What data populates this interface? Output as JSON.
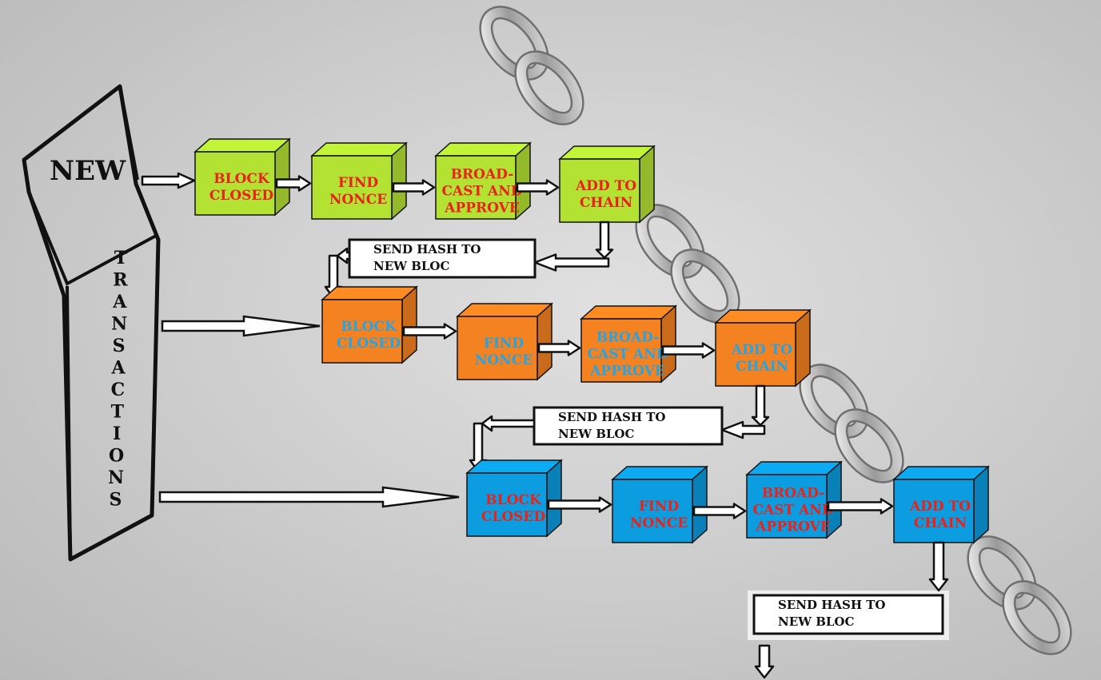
{
  "source": {
    "word1": "NEW",
    "word2_letters": [
      "T",
      "R",
      "A",
      "N",
      "S",
      "A",
      "C",
      "T",
      "I",
      "O",
      "N",
      "S"
    ]
  },
  "rows": [
    {
      "face_color": "#b4e233",
      "text_color": "#e8231a",
      "steps": [
        {
          "lines": [
            "BLOCK",
            "CLOSED"
          ]
        },
        {
          "lines": [
            "FIND",
            "NONCE"
          ]
        },
        {
          "lines": [
            "BROAD-",
            "CAST AND",
            "APPROVE"
          ]
        },
        {
          "lines": [
            "ADD TO",
            "CHAIN"
          ]
        }
      ],
      "hash_box": [
        "SEND HASH TO",
        "NEW BLOC"
      ]
    },
    {
      "face_color": "#f58220",
      "text_color": "#29a3e0",
      "steps": [
        {
          "lines": [
            "BLOCK",
            "CLOSED"
          ]
        },
        {
          "lines": [
            "FIND",
            "NONCE"
          ]
        },
        {
          "lines": [
            "BROAD-",
            "CAST AND",
            "APPROVE"
          ]
        },
        {
          "lines": [
            "ADD TO",
            "CHAIN"
          ]
        }
      ],
      "hash_box": [
        "SEND HASH TO",
        "NEW BLOC"
      ]
    },
    {
      "face_color": "#0b9de0",
      "text_color": "#e8231a",
      "steps": [
        {
          "lines": [
            "BLOCK",
            "CLOSED"
          ]
        },
        {
          "lines": [
            "FIND",
            "NONCE"
          ]
        },
        {
          "lines": [
            "BROAD-",
            "CAST AND",
            "APPROVE"
          ]
        },
        {
          "lines": [
            "ADD TO",
            "CHAIN"
          ]
        }
      ],
      "hash_box": [
        "SEND HASH TO",
        "NEW BLOC"
      ]
    }
  ],
  "chain_icon": "chain-link-icon"
}
